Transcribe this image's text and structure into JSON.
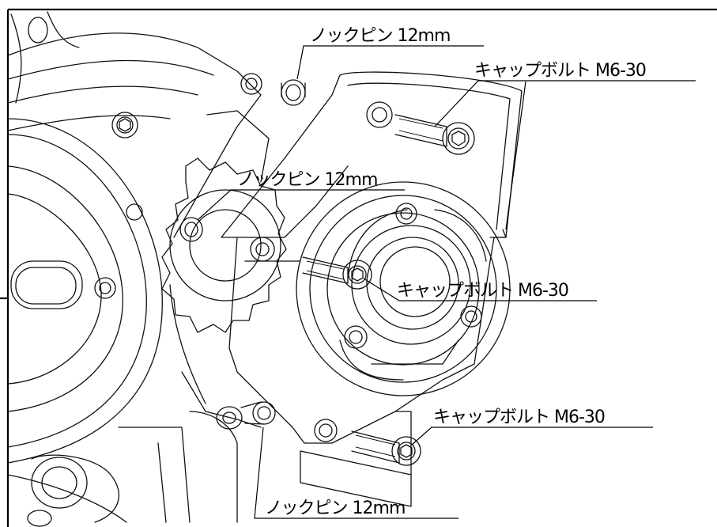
{
  "callouts": {
    "dowel_top": "ノックピン 12mm",
    "bolt_top": "キャップボルト M6-30",
    "dowel_mid": "ノックピン 12mm",
    "bolt_mid": "キャップボルト M6-30",
    "bolt_bottom": "キャップボルト M6-30",
    "dowel_bottom": "ノックピン 12mm"
  }
}
